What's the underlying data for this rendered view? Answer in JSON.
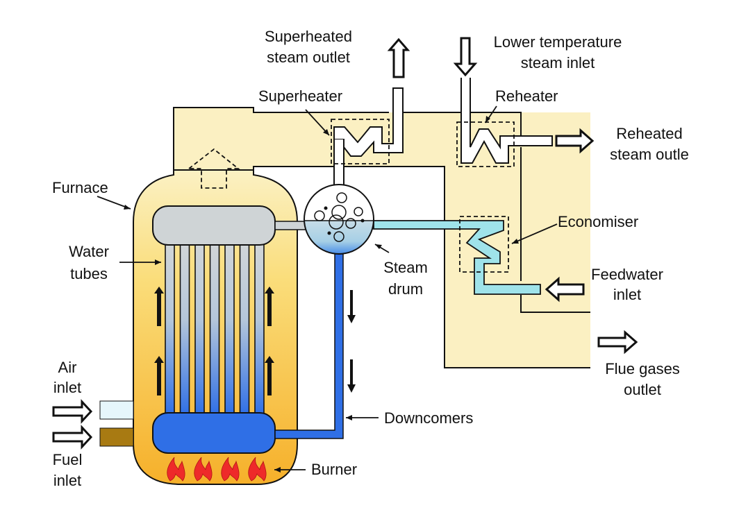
{
  "title": "Water-tube boiler schematic",
  "colors": {
    "duct_fill": "#fbf0c2",
    "furnace_top": "#fbefb8",
    "furnace_bottom": "#f7b52c",
    "drum_header": "#cfd4d6",
    "water_blue": "#2f6fe6",
    "feedwater_cyan": "#9fe3ea",
    "air_inlet": "#e6f6fb",
    "fuel_inlet": "#a87a12",
    "flame": "#ee2a2a"
  },
  "labels": {
    "superheated_outlet": [
      "Superheated",
      "steam outlet"
    ],
    "lower_temp_inlet": [
      "Lower temperature",
      "steam inlet"
    ],
    "superheater": "Superheater",
    "reheater": "Reheater",
    "reheated_outlet": [
      "Reheated",
      "steam outle"
    ],
    "furnace": "Furnace",
    "economiser": "Economiser",
    "water_tubes": [
      "Water",
      "tubes"
    ],
    "steam_drum": [
      "Steam",
      "drum"
    ],
    "feedwater_inlet": [
      "Feedwater",
      "inlet"
    ],
    "flue_gases_outlet": [
      "Flue gases",
      "outlet"
    ],
    "air_inlet": [
      "Air",
      "inlet"
    ],
    "fuel_inlet": [
      "Fuel",
      "inlet"
    ],
    "downcomers": "Downcomers",
    "burner": "Burner"
  },
  "counts": {
    "water_tubes": 7,
    "flames": 4
  }
}
